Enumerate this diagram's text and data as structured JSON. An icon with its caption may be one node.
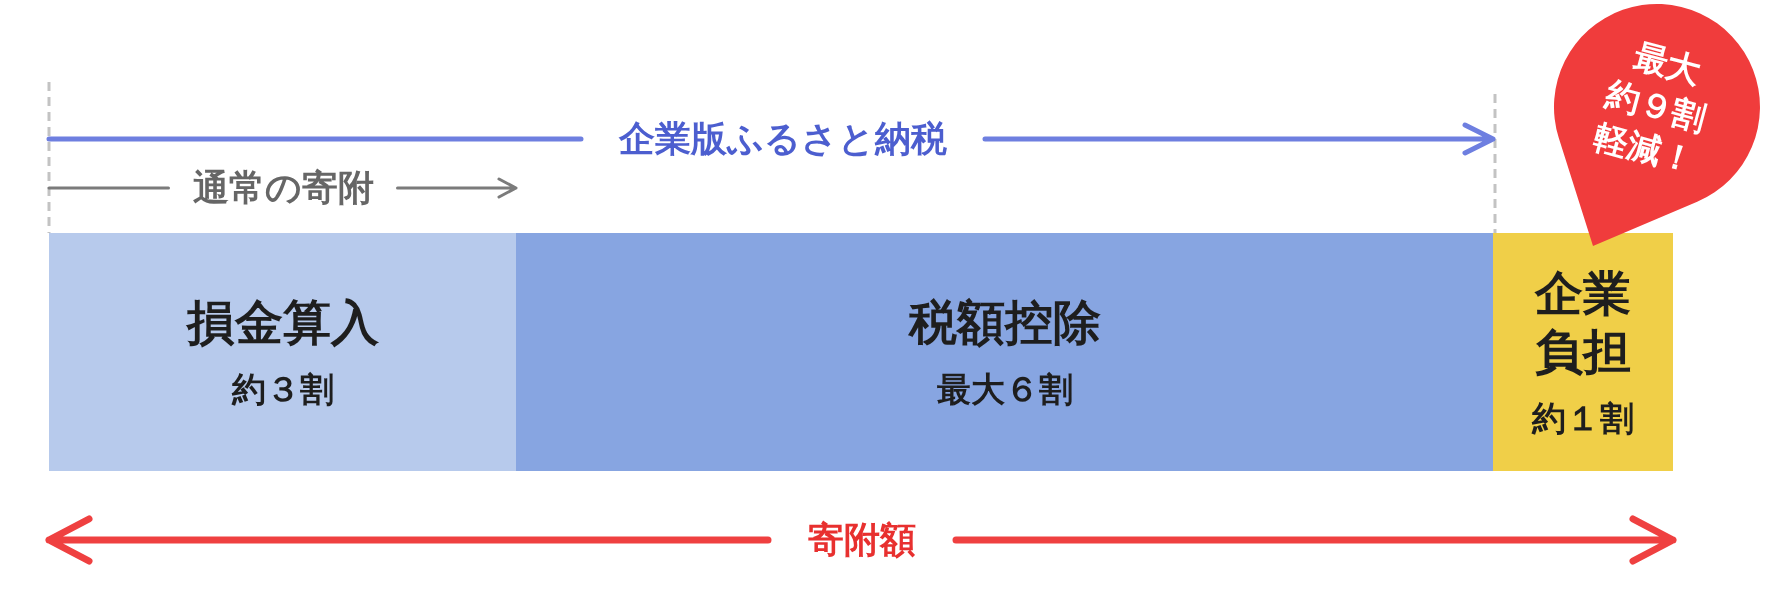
{
  "diagram": {
    "nodes": [
      {
        "text": [
          "損金算入",
          "約３割"
        ]
      },
      {
        "text": [
          "税額控除",
          "最大６割"
        ]
      },
      {
        "text": [
          "企業負担",
          "約１割"
        ]
      },
      {
        "text": [
          "最大約９割軽減！"
        ]
      }
    ],
    "labels": [
      "企業版ふるさと納税",
      "通常の寄附",
      "寄附額"
    ]
  }
}
